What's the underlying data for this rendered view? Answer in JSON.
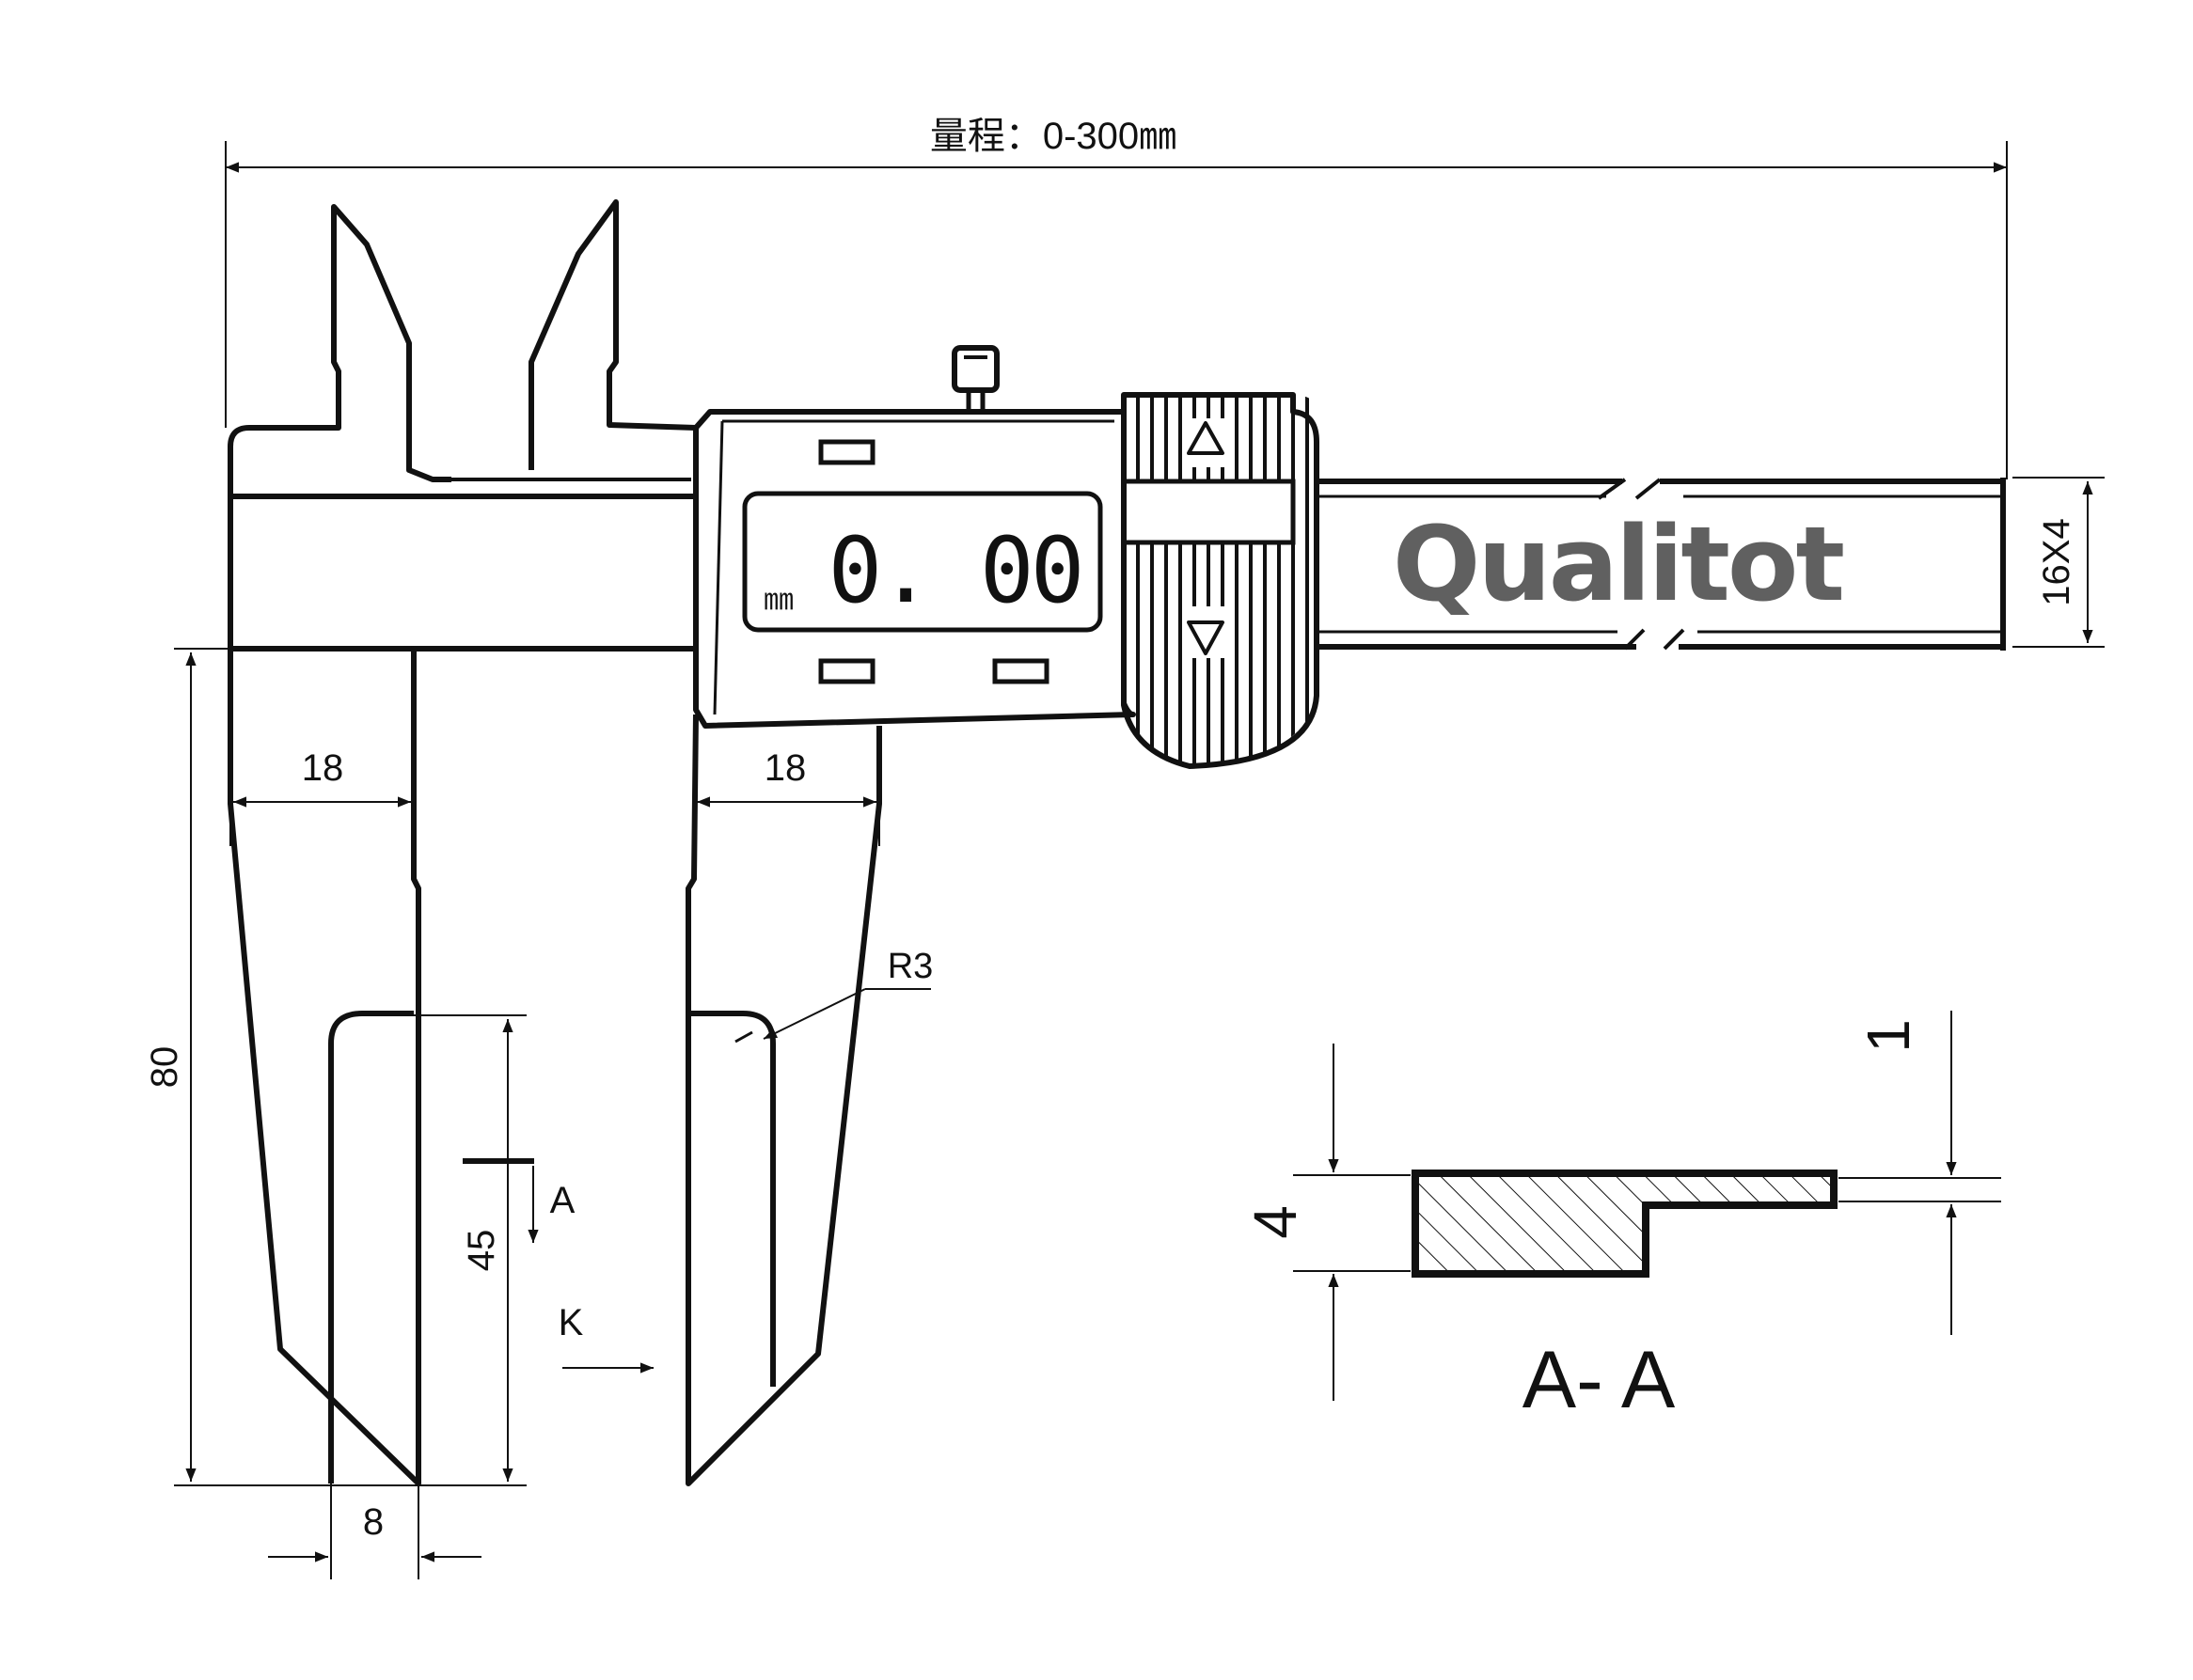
{
  "range_label": "量程：0-300㎜",
  "display": {
    "reading": "0. 00",
    "unit": "㎜"
  },
  "brand": {
    "name": "Qualitot",
    "color": "#606060"
  },
  "beam_spec": "16X4",
  "dimensions": {
    "outside_jaw_width": "18",
    "inside_jaw_width": "18",
    "jaw_length": "80",
    "depth": "45",
    "tip_width": "8",
    "radius": "R3",
    "section_thickness": "4",
    "step": "1"
  },
  "markers": {
    "section_mark": "A",
    "view_mark": "K"
  },
  "section_title": "A- A",
  "buttons": {
    "up": "up-arrow",
    "down": "down-arrow"
  },
  "colors": {
    "line": "#111111",
    "background": "#ffffff"
  }
}
